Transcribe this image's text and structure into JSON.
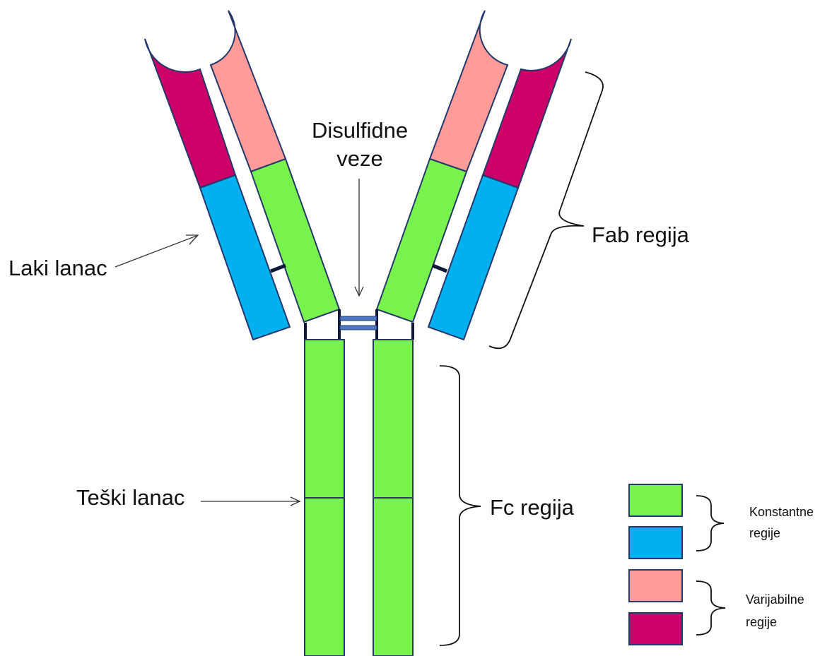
{
  "labels": {
    "light_chain": "Laki lanac",
    "heavy_chain": "Teški lanac",
    "disulfide_line1": "Disulfidne",
    "disulfide_line2": "veze",
    "fab_region": "Fab regija",
    "fc_region": "Fc  regija"
  },
  "legend": {
    "constant": {
      "line1": "Konstantne",
      "line2": "regije",
      "colors": [
        "#78f24d",
        "#00b0ef"
      ]
    },
    "variable": {
      "line1": "Varijabilne",
      "line2": "regije",
      "colors": [
        "#ff9b98",
        "#cc0066"
      ]
    }
  },
  "colors": {
    "heavy_constant": "#78f24d",
    "light_constant": "#00b0ef",
    "heavy_variable": "#ff9b98",
    "light_variable": "#cc0066",
    "outline": "#24386b",
    "disulfide_bond": "#4f78c4"
  }
}
